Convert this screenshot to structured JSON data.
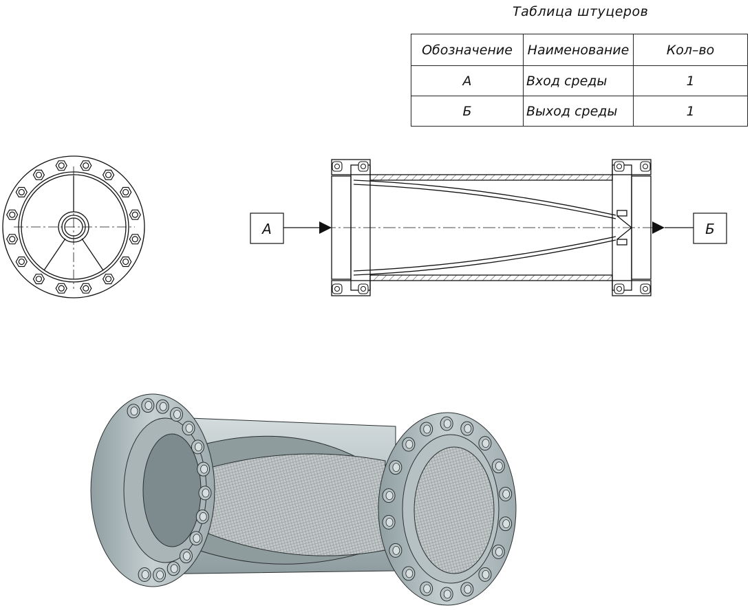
{
  "table": {
    "title": "Таблица штуцеров",
    "headers": [
      "Обозначение",
      "Наименование",
      "Кол–во"
    ],
    "rows": [
      [
        "А",
        "Вход среды",
        "1"
      ],
      [
        "Б",
        "Выход среды",
        "1"
      ]
    ]
  },
  "callouts": {
    "inlet": "А",
    "outlet": "Б"
  },
  "colors": {
    "line": "#111111",
    "steel_light": "#c9d3d4",
    "steel_mid": "#a4b2b4",
    "steel_dark": "#6f7f82",
    "mesh": "#b9bfc0"
  }
}
